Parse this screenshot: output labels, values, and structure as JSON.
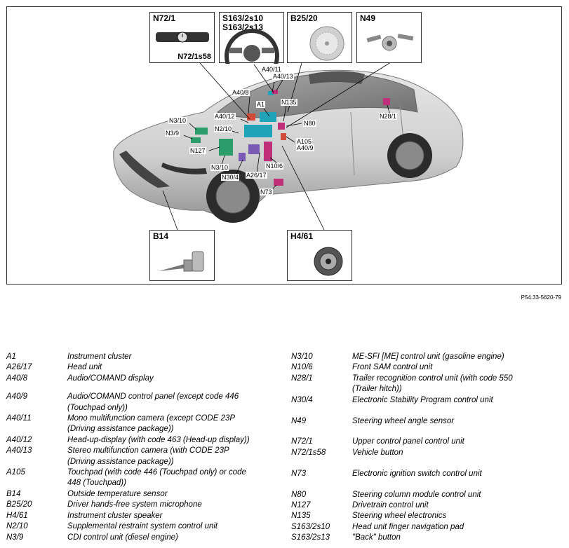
{
  "figure": {
    "code": "P54.33-5620-79",
    "insets": {
      "n72_1": {
        "label": "N72/1",
        "sub": "N72/1s58"
      },
      "s163": {
        "label1": "S163/2s10",
        "label2": "S163/2s13"
      },
      "b25_20": {
        "label": "B25/20"
      },
      "n49": {
        "label": "N49"
      },
      "b14": {
        "label": "B14"
      },
      "h4_61": {
        "label": "H4/61"
      }
    },
    "tags": [
      {
        "id": "a40_11",
        "text": "A40/11"
      },
      {
        "id": "a40_13",
        "text": "A40/13"
      },
      {
        "id": "a40_8",
        "text": "A40/8"
      },
      {
        "id": "a1",
        "text": "A1"
      },
      {
        "id": "n135",
        "text": "N135"
      },
      {
        "id": "a40_12",
        "text": "A40/12"
      },
      {
        "id": "n80",
        "text": "N80"
      },
      {
        "id": "n3_10_top",
        "text": "N3/10"
      },
      {
        "id": "n2_10",
        "text": "N2/10"
      },
      {
        "id": "n3_9",
        "text": "N3/9"
      },
      {
        "id": "a105",
        "text": "A105"
      },
      {
        "id": "a40_9",
        "text": "A40/9"
      },
      {
        "id": "n127",
        "text": "N127"
      },
      {
        "id": "n3_10_bot",
        "text": "N3/10"
      },
      {
        "id": "n10_6",
        "text": "N10/6"
      },
      {
        "id": "n30_4",
        "text": "N30/4"
      },
      {
        "id": "a26_17",
        "text": "A26/17"
      },
      {
        "id": "n73",
        "text": "N73"
      },
      {
        "id": "n28_1",
        "text": "N28/1"
      }
    ]
  },
  "legend": {
    "left": [
      {
        "code": "A1",
        "desc": "Instrument cluster"
      },
      {
        "code": "A26/17",
        "desc": "Head unit"
      },
      {
        "code": "A40/8",
        "desc": "Audio/COMAND display"
      },
      {
        "code": "A40/9",
        "desc": "Audio/COMAND control panel (except code 446",
        "desc2": "(Touchpad only))"
      },
      {
        "code": "A40/11",
        "desc": "Mono multifunction camera (except CODE 23P",
        "desc2": "(Driving assistance package))"
      },
      {
        "code": "A40/12",
        "desc": "Head-up-display (with code 463 (Head-up display))"
      },
      {
        "code": "A40/13",
        "desc": "Stereo multifunction camera (with CODE 23P",
        "desc2": "(Driving assistance package))"
      },
      {
        "code": "A105",
        "desc": "Touchpad (with code 446 (Touchpad only) or code",
        "desc2": "448 (Touchpad))"
      },
      {
        "code": "B14",
        "desc": "Outside temperature sensor"
      },
      {
        "code": "B25/20",
        "desc": "Driver hands-free system microphone"
      },
      {
        "code": "H4/61",
        "desc": "Instrument cluster speaker"
      },
      {
        "code": "N2/10",
        "desc": "Supplemental restraint system control unit"
      },
      {
        "code": "N3/9",
        "desc": "CDI control unit (diesel engine)"
      }
    ],
    "right": [
      {
        "code": "N3/10",
        "desc": "ME-SFI [ME] control unit (gasoline engine)"
      },
      {
        "code": "N10/6",
        "desc": "Front SAM control unit"
      },
      {
        "code": "N28/1",
        "desc": "Trailer recognition control unit (with code 550",
        "desc2": "(Trailer hitch))"
      },
      {
        "code": "N30/4",
        "desc": "Electronic Stability Program control unit"
      },
      {
        "code": "N49",
        "desc": "Steering wheel angle sensor"
      },
      {
        "code": "N72/1",
        "desc": "Upper control panel control unit"
      },
      {
        "code": "N72/1s58",
        "desc": "Vehicle button"
      },
      {
        "code": "N73",
        "desc": "Electronic ignition switch control unit"
      },
      {
        "code": "N80",
        "desc": "Steering column module control unit"
      },
      {
        "code": "N127",
        "desc": "Drivetrain control unit"
      },
      {
        "code": "N135",
        "desc": "Steering wheel electronics"
      },
      {
        "code": "S163/2s10",
        "desc": "Head unit finger navigation pad"
      },
      {
        "code": "S163/2s13",
        "desc": "\"Back\" button"
      }
    ]
  }
}
